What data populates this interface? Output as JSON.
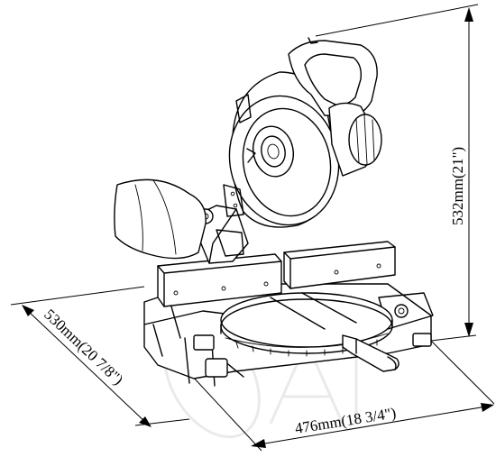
{
  "dimensions": {
    "height_label": "532mm(21\")",
    "depth_label": "530mm(20 7/8\")",
    "width_label": "476mm(18 3/4\")"
  }
}
